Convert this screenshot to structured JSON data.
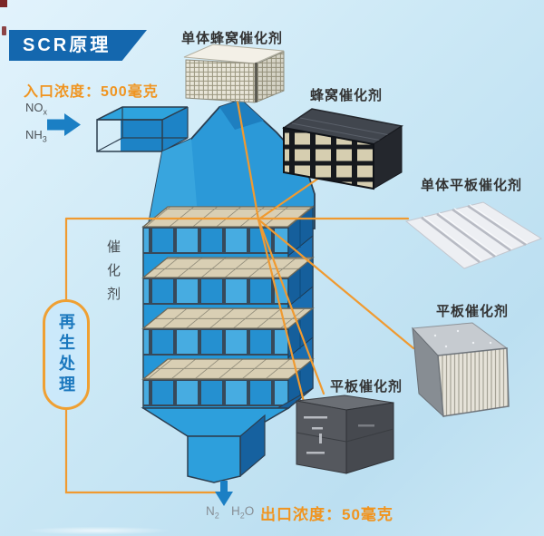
{
  "title_banner": {
    "text": "SCR原理"
  },
  "inlet": {
    "concentration_label": "入口浓度：500毫克",
    "gases": [
      {
        "pre": "NO",
        "sub": "x",
        "post": ""
      },
      {
        "pre": "NH",
        "sub": "3",
        "post": ""
      }
    ]
  },
  "outlet": {
    "concentration_label": "出口浓度：50毫克",
    "gases": [
      {
        "pre": "N",
        "sub": "2",
        "post": ""
      },
      {
        "pre": "H",
        "sub": "2",
        "post": "O"
      }
    ]
  },
  "reactor": {
    "catalyst_label": "催化剂",
    "regen_label": "再生处理",
    "catalyst_layer_count": 4
  },
  "products": [
    {
      "label": "单体蜂窝催化剂",
      "type": "single-honeycomb"
    },
    {
      "label": "蜂窝催化剂",
      "type": "honeycomb-module"
    },
    {
      "label": "单体平板催化剂",
      "type": "single-plate-sheet"
    },
    {
      "label": "平板催化剂",
      "type": "plate-module"
    },
    {
      "label": "平板催化剂",
      "type": "plate-module-dark"
    }
  ],
  "colors": {
    "banner_blue": "#1467AE",
    "accent_orange": "#F09A30",
    "highlight_orange_text": "#F0941F",
    "reactor_blue": "#2496D7",
    "reactor_side_blue": "#1A6DB0",
    "reactor_light_blue": "#2D9FDC",
    "catalyst_tan": "#D8CDB2",
    "regen_text_blue": "#1B78BE",
    "label_dark": "#333333",
    "background_light_blue": "#CDE9F6"
  }
}
